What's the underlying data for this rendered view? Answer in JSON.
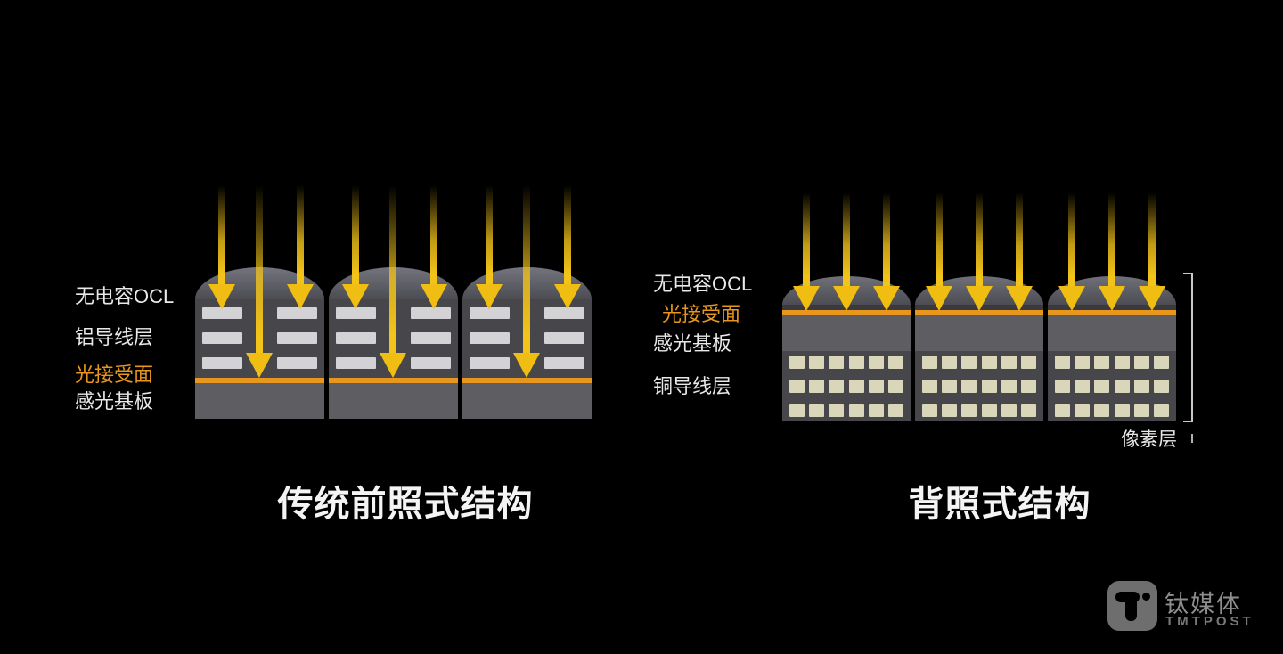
{
  "page": {
    "background": "#000000"
  },
  "left_diagram": {
    "title": "传统前照式结构",
    "labels": [
      {
        "id": "ocl",
        "text": "无电容OCL",
        "color": "white"
      },
      {
        "id": "aluminum-wiring-layer",
        "text": "铝导线层",
        "color": "white"
      },
      {
        "id": "light-receiving-surface",
        "text": "光接受面",
        "color": "orange"
      },
      {
        "id": "photosensitive-substrate",
        "text": "感光基板",
        "color": "white"
      }
    ],
    "structure": {
      "cells": 3,
      "arrow_pattern": [
        "short",
        "long",
        "short"
      ],
      "bar_rows": 3,
      "bar_columns": 2
    }
  },
  "right_diagram": {
    "title": "背照式结构",
    "labels": [
      {
        "id": "ocl",
        "text": "无电容OCL",
        "color": "white"
      },
      {
        "id": "light-receiving-surface",
        "text": "光接受面",
        "color": "orange"
      },
      {
        "id": "photosensitive-substrate",
        "text": "感光基板",
        "color": "white"
      },
      {
        "id": "copper-wiring-layer",
        "text": "铜导线层",
        "color": "white"
      }
    ],
    "bracket_label": "像素层",
    "structure": {
      "cells": 3,
      "arrow_pattern": [
        "long",
        "long",
        "long"
      ],
      "pad_rows": 3,
      "pad_columns": 6
    }
  },
  "watermark": {
    "name_cn": "钛媒体",
    "name_en": "TMTPOST"
  },
  "colors": {
    "accent_orange": "#e8961d",
    "arrow_yellow": "#f2c319",
    "cell_body_gray": "#47474b",
    "dome_gray": "#74747e",
    "substrate_gray": "#5e5e62",
    "wiring_bar_gray": "#d3d3d5",
    "copper_pad_beige": "#dad6b9",
    "label_white": "#e9e9e9",
    "watermark_gray": "#8d8d8d"
  }
}
